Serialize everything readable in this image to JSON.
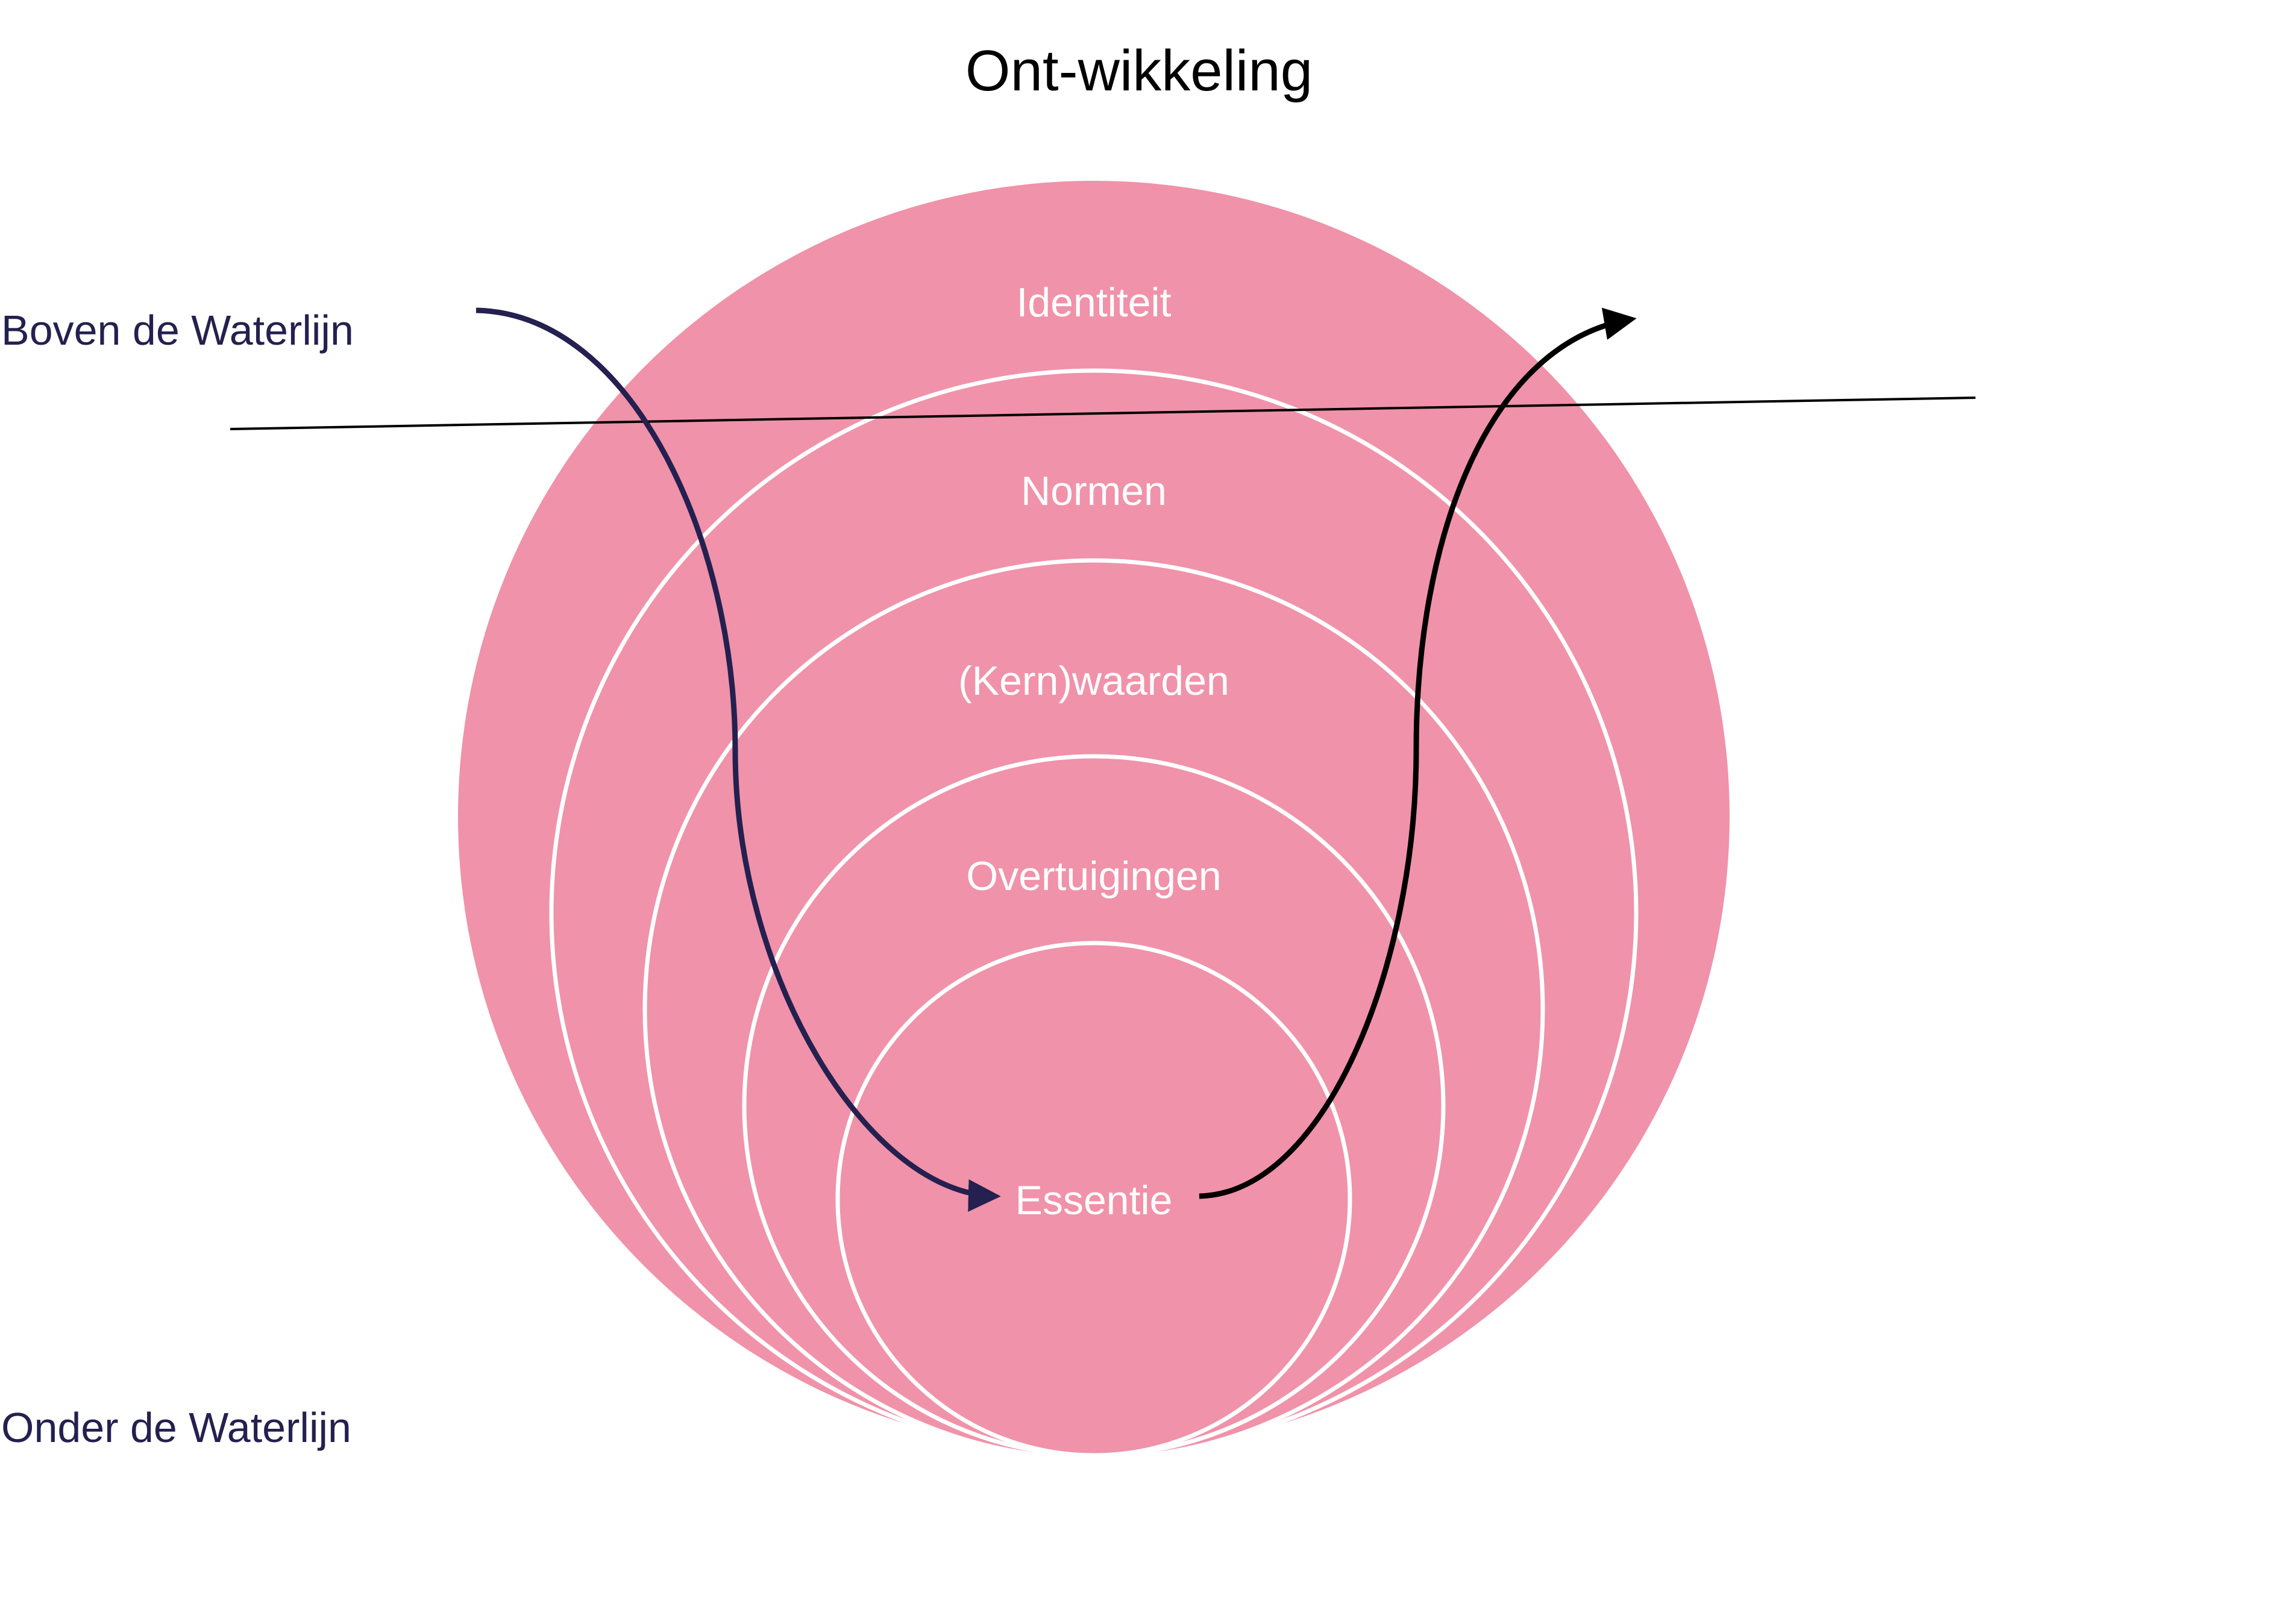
{
  "title": "Ont-wikkeling",
  "labels": {
    "above": "Boven de Waterlijn",
    "below": "Onder de Waterlijn"
  },
  "layers": [
    {
      "label": "Identiteit"
    },
    {
      "label": "Normen"
    },
    {
      "label": "(Kern)waarden"
    },
    {
      "label": "Overtuigingen"
    },
    {
      "label": "Essentie"
    }
  ],
  "colors": {
    "circle_fill": "#f092a9",
    "circle_stroke": "#ffffff",
    "label_color": "#ffffff",
    "navy": "#24204f",
    "black": "#000000",
    "title": "#000000"
  }
}
